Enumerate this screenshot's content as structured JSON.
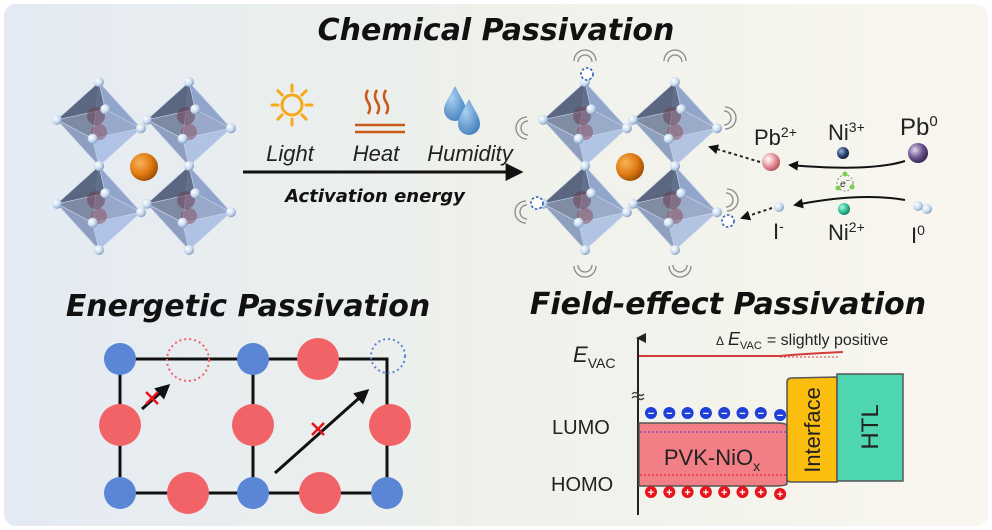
{
  "titles": {
    "chemical": "Chemical Passivation",
    "energetic": "Energetic Passivation",
    "field_effect": "Field-effect Passivation"
  },
  "stimuli": {
    "items": [
      {
        "label": "Light",
        "icon": "sun-icon"
      },
      {
        "label": "Heat",
        "icon": "heat-waves-icon"
      },
      {
        "label": "Humidity",
        "icon": "water-drops-icon"
      }
    ],
    "arrow_label": "Activation energy"
  },
  "redox": {
    "pb2": {
      "base": "Pb",
      "sup": "2+"
    },
    "ni3": {
      "base": "Ni",
      "sup": "3+"
    },
    "pb0": {
      "base": "Pb",
      "sup": "0"
    },
    "i_minus": {
      "base": "I",
      "sup": "-"
    },
    "ni2": {
      "base": "Ni",
      "sup": "2+"
    },
    "i0": {
      "base": "I",
      "sup": "0"
    },
    "electron": "e",
    "electron_sup": "−"
  },
  "energy_diagram": {
    "evac_base": "E",
    "evac_sub": "VAC",
    "delta_symbol": "Δ",
    "delta_E": "E",
    "delta_sub": "VAC",
    "delta_text": "= slightly positive",
    "lumo": "LUMO",
    "homo": "HOMO",
    "pvk_base": "PVK-NiO",
    "pvk_sub": "x",
    "interface": "Interface",
    "htl": "HTL",
    "negative_charge": "−",
    "positive_charge": "+",
    "charge_count": 8
  },
  "colors": {
    "orange_atom": "#e07a12",
    "lattice_blue": "#5b86d6",
    "lattice_red": "#f26368",
    "pvk_band": "#f27f86",
    "interface": "#fbbd0e",
    "htl": "#4dd6b0",
    "evac_line": "#d33a3a",
    "neg_charge": "#1e3fd8",
    "pos_charge": "#e8141b",
    "sun": "#f5a91b",
    "heat": "#c9591a",
    "drop": "#4a8ccc"
  }
}
